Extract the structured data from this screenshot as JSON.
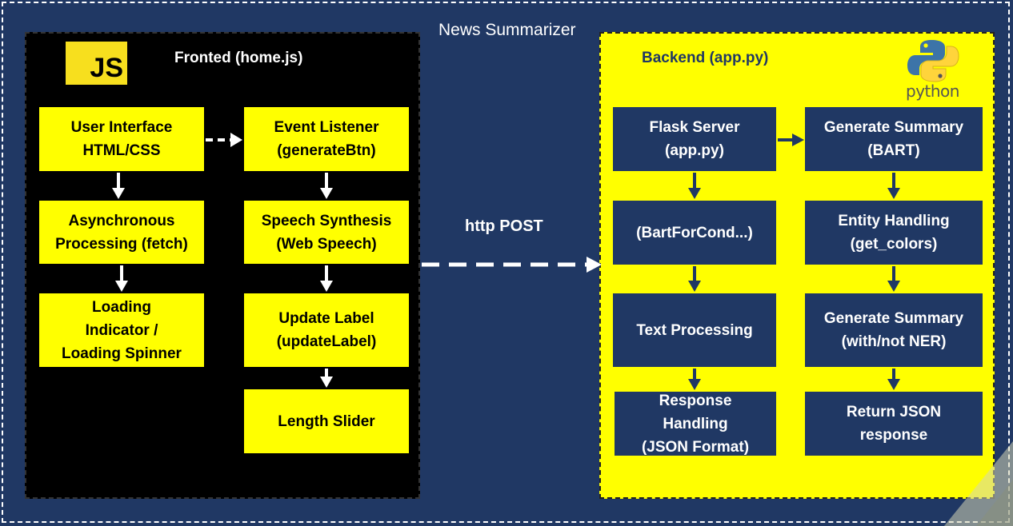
{
  "title": "News Summarizer",
  "frontend": {
    "logo": "JS",
    "title": "Fronted (home.js)",
    "boxes": {
      "ui": "User Interface\nHTML/CSS",
      "event": "Event Listener\n(generateBtn)",
      "async": "Asynchronous\nProcessing (fetch)",
      "speech": "Speech Synthesis\n(Web Speech)",
      "loading": "Loading\nIndicator /\nLoading Spinner",
      "update": "Update Label\n(updateLabel)",
      "slider": "Length Slider"
    }
  },
  "connector": {
    "label": "http POST"
  },
  "backend": {
    "title": "Backend (app.py)",
    "logo_text": "python",
    "boxes": {
      "flask": "Flask Server\n(app.py)",
      "bart": "(BartForCond...)",
      "text": "Text Processing",
      "response": "Response\nHandling\n(JSON Format)",
      "gen_bart": "Generate Summary\n(BART)",
      "entity": "Entity Handling\n(get_colors)",
      "gen_ner": "Generate Summary\n(with/not NER)",
      "json": "Return JSON\nresponse"
    }
  },
  "colors": {
    "background": "#203864",
    "frontend_panel": "#000000",
    "frontend_box": "#ffff00",
    "backend_panel": "#ffff00",
    "backend_box": "#203864"
  }
}
